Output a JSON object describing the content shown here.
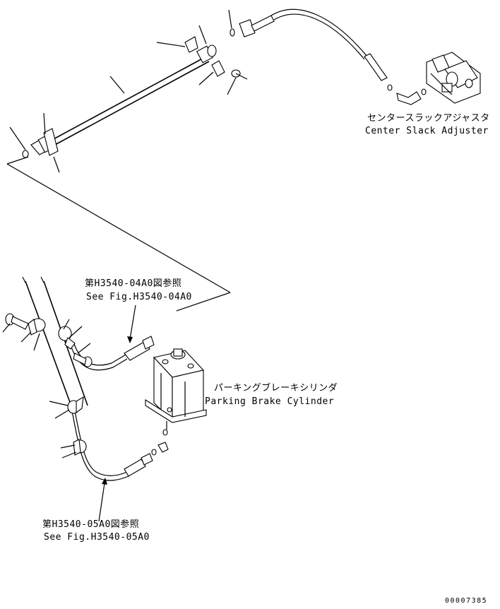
{
  "labels": {
    "center_slack_adjuster": {
      "jp": "センタースラックアジャスタ",
      "en": "Center Slack Adjuster"
    },
    "parking_brake_cylinder": {
      "jp": "パーキングブレーキシリンダ",
      "en": "Parking Brake Cylinder"
    },
    "ref_04": {
      "jp": "第H3540-04A0図参照",
      "en": "See Fig.H3540-04A0"
    },
    "ref_05": {
      "jp": "第H3540-05A0図参照",
      "en": "See Fig.H3540-05A0"
    }
  },
  "drawing_number": "00007385"
}
